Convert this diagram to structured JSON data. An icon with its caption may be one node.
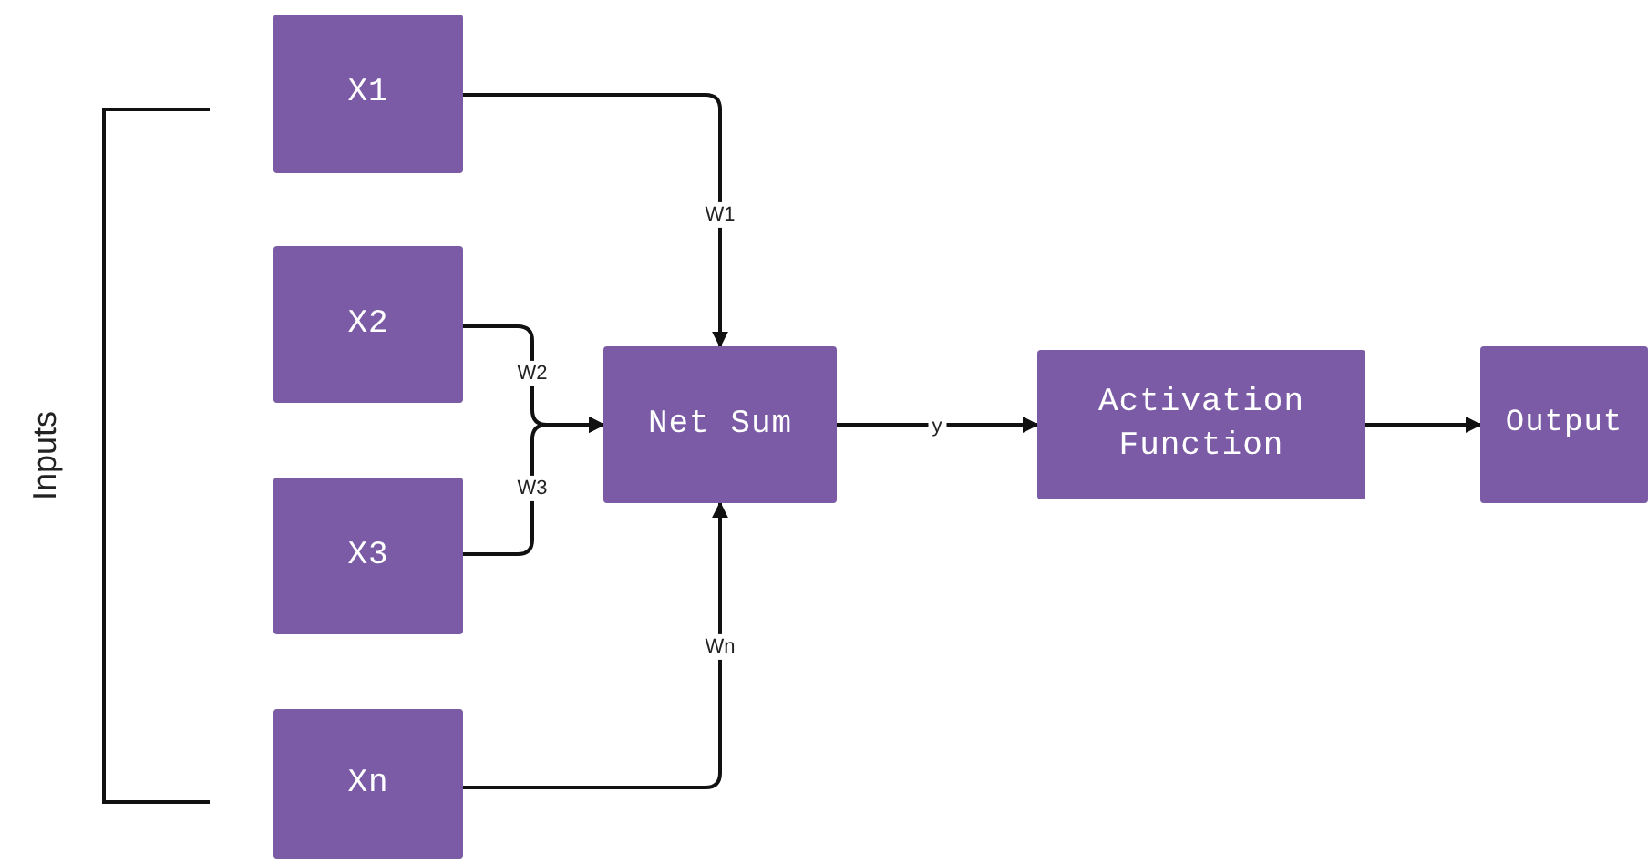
{
  "diagram": {
    "nodes": [
      {
        "text": [
          "X1"
        ]
      },
      {
        "text": [
          "X2"
        ]
      },
      {
        "text": [
          "X3"
        ]
      },
      {
        "text": [
          "Xn"
        ]
      },
      {
        "text": [
          "Net Sum"
        ]
      },
      {
        "text": [
          "Activation Function"
        ]
      },
      {
        "text": [
          "Output"
        ]
      }
    ],
    "edges": [
      {
        "from": 0,
        "to": 4,
        "arrow": "to",
        "label": "W1"
      },
      {
        "from": 1,
        "to": 4,
        "arrow": "to",
        "label": "W2"
      },
      {
        "from": 2,
        "to": 4,
        "arrow": "to",
        "label": "W3"
      },
      {
        "from": 3,
        "to": 4,
        "arrow": "to",
        "label": "Wn"
      },
      {
        "from": 4,
        "to": 5,
        "arrow": "to",
        "label": "y"
      },
      {
        "from": 5,
        "to": 6,
        "arrow": "to"
      }
    ],
    "labels": [
      "Inputs"
    ]
  }
}
